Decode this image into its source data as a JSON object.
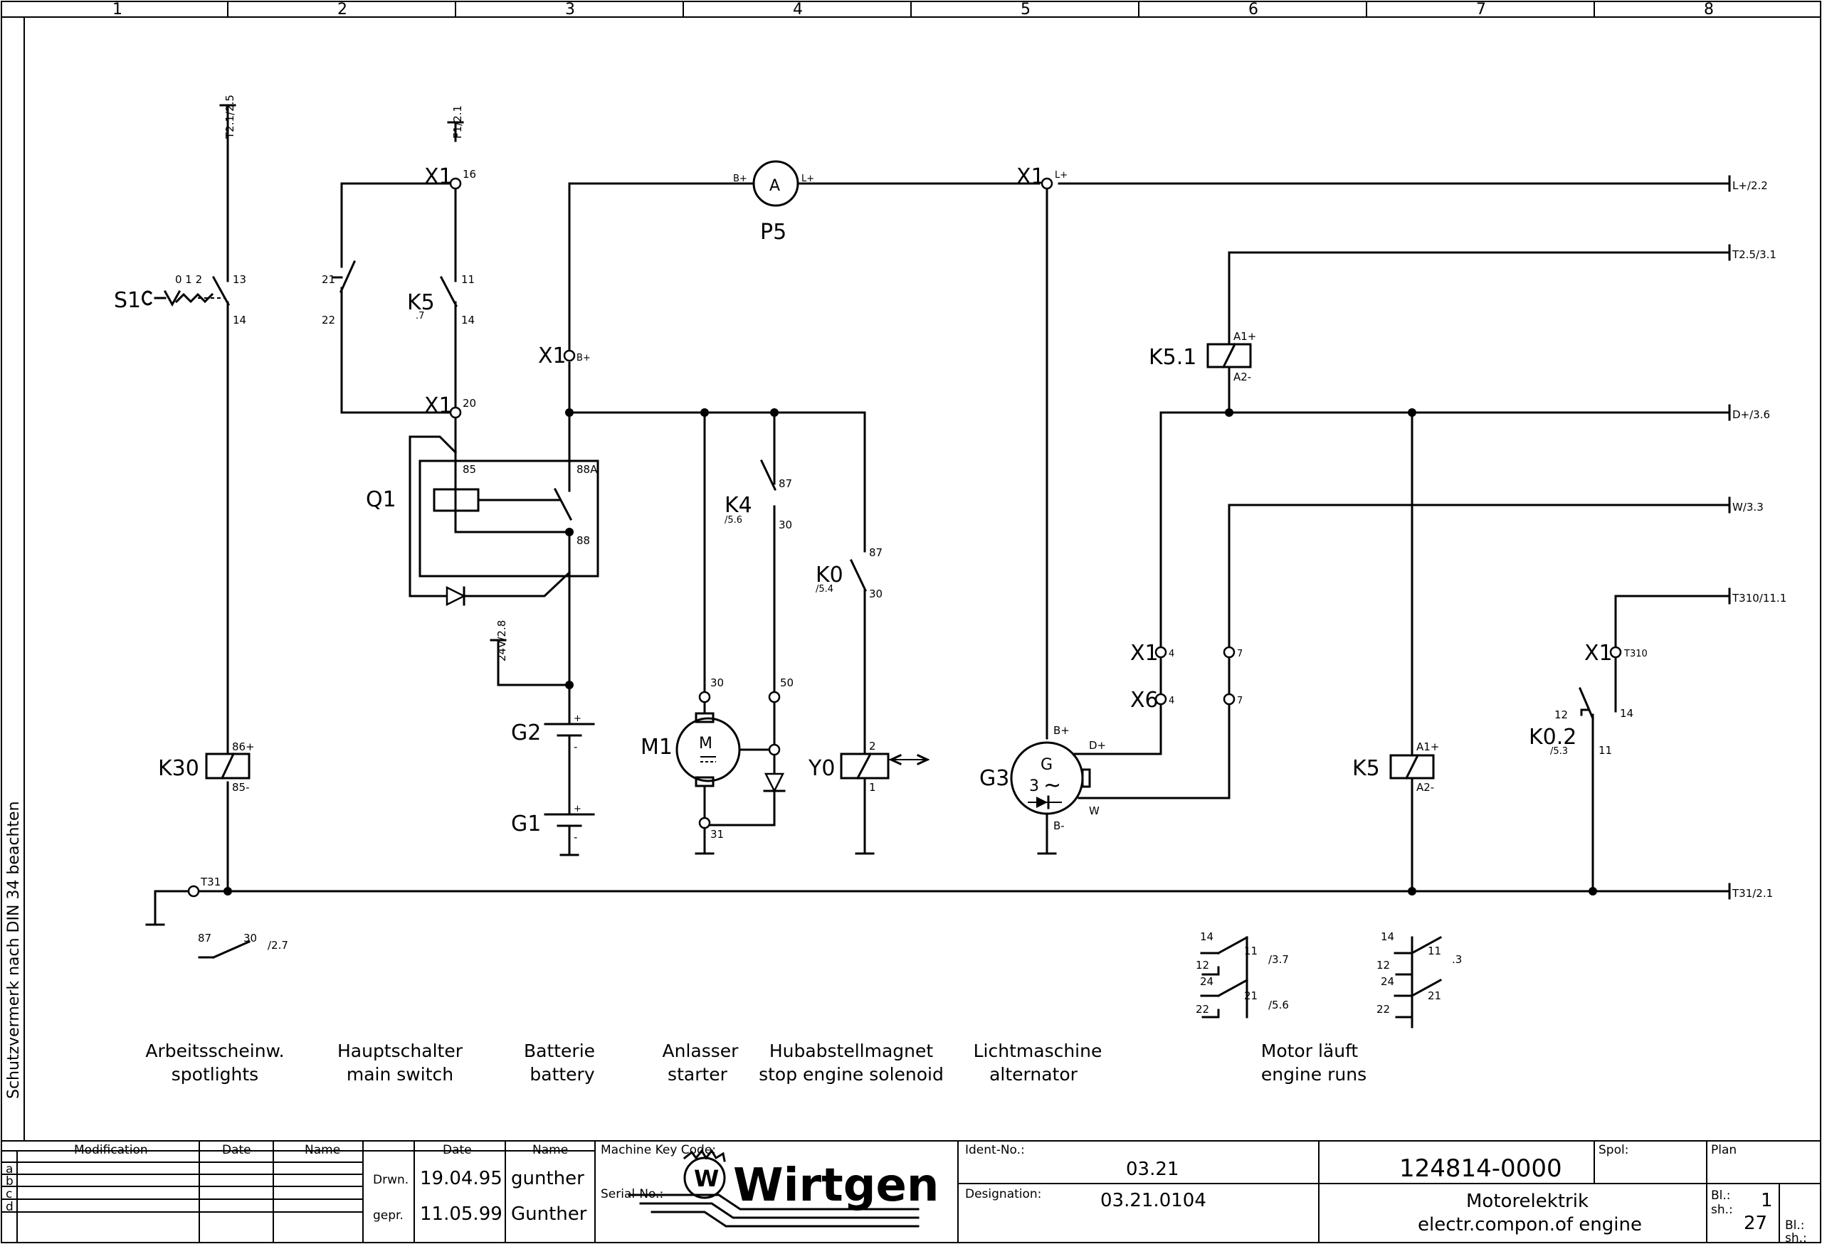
{
  "columns": [
    "1",
    "2",
    "3",
    "4",
    "5",
    "6",
    "7",
    "8"
  ],
  "rows": [
    "a",
    "b",
    "c",
    "d"
  ],
  "side_note": "Schutzvermerk nach DIN 34 beachten",
  "references": {
    "t21": "T2.1/2.5",
    "f1": "F1/2.1",
    "lplus": "L+/2.2",
    "t25": "T2.5/3.1",
    "dplus": "D+/3.6",
    "w": "W/3.3",
    "t310": "T310/11.1",
    "t31": "T31/2.1",
    "v24": "24V/2.8"
  },
  "components": {
    "S1": "S1",
    "S1_pos": "0 1 2",
    "S1_13": "13",
    "S1_14": "14",
    "main_21": "21",
    "main_22": "22",
    "X1": "X1",
    "X6": "X6",
    "X1_16": "16",
    "X1_20": "20",
    "X1_Bplus": "B+",
    "X1_Lplus": "L+",
    "X1_4": "4",
    "X1_7": "7",
    "X1_T310": "T310",
    "X6_4": "4",
    "X6_7": "7",
    "K5": "K5",
    "K5_ref": ".7",
    "K5_11": "11",
    "K5_14": "14",
    "Q1": "Q1",
    "Q1_85": "85",
    "Q1_88A": "88A",
    "Q1_88": "88",
    "P5": "P5",
    "P5_A": "A",
    "P5_Bplus": "B+",
    "P5_Lplus": "L+",
    "K4": "K4",
    "K4_ref": "/5.6",
    "K4_87": "87",
    "K4_30": "30",
    "K0": "K0",
    "K0_ref": "/5.4",
    "K0_87": "87",
    "K0_30": "30",
    "M1": "M1",
    "M1_M": "M",
    "M1_30": "30",
    "M1_50": "50",
    "M1_31": "31",
    "Y0": "Y0",
    "Y0_2": "2",
    "Y0_1": "1",
    "G2": "G2",
    "G1": "G1",
    "plus": "+",
    "minus": "-",
    "G3": "G3",
    "G3_G": "G",
    "G3_3": "3",
    "G3_tilde": "~",
    "G3_Bplus": "B+",
    "G3_Dplus": "D+",
    "G3_W": "W",
    "G3_Bminus": "B-",
    "K51": "K5.1",
    "K51_A1": "A1+",
    "K51_A2": "A2-",
    "K30": "K30",
    "K30_86": "86+",
    "K30_85": "85-",
    "K5coil": "K5",
    "K5coil_A1": "A1+",
    "K5coil_A2": "A2-",
    "K02": "K0.2",
    "K02_ref": "/5.3",
    "K02_12": "12",
    "K02_11": "11",
    "X1_14b": "14",
    "T31": "T31",
    "K30c_87": "87",
    "K30c_30": "30",
    "K30c_ref": "/2.7",
    "cr1_14": "14",
    "cr1_11": "11",
    "cr1_12": "12",
    "cr1_ref1": "/3.7",
    "cr1_24": "24",
    "cr1_21": "21",
    "cr1_22": "22",
    "cr1_ref2": "/5.6",
    "cr2_14": "14",
    "cr2_11": "11",
    "cr2_12": "12",
    "cr2_ref1": ".3",
    "cr2_24": "24",
    "cr2_21": "21",
    "cr2_22": "22"
  },
  "captions": [
    {
      "de": "Arbeitsscheinw.",
      "en": "spotlights"
    },
    {
      "de": "Hauptschalter",
      "en": "main switch"
    },
    {
      "de": "Batterie",
      "en": "battery"
    },
    {
      "de": "Anlasser",
      "en": "starter"
    },
    {
      "de": "Hubabstellmagnet",
      "en": "stop engine solenoid"
    },
    {
      "de": "Lichtmaschine",
      "en": "alternator"
    },
    {
      "de": "Motor läuft",
      "en": "engine runs"
    }
  ],
  "title_block": {
    "h_modification": "Modification",
    "h_date": "Date",
    "h_name": "Name",
    "h_date2": "Date",
    "h_name2": "Name",
    "drwn_label": "Drwn.",
    "drwn_date": "19.04.95",
    "drwn_name": "gunther",
    "gepr_label": "gepr.",
    "gepr_date": "11.05.99",
    "gepr_name": "Gunther",
    "logo_text": "Wirtgen",
    "logo_mark": "W",
    "machine_key_label": "Machine Key Code:",
    "machine_key": "03.21",
    "serial_label": "Serial-No.:",
    "serial": "03.21.0104",
    "ident_label": "Ident-No.:",
    "ident": "124814-0000",
    "spol_label": "Spol:",
    "designation_label": "Designation:",
    "designation_de": "Motorelektrik",
    "designation_en": "electr.compon.of engine",
    "plan_label": "Plan",
    "bl_label": "Bl.:",
    "sh_label": "sh.:",
    "bl": "1",
    "sh": "27",
    "bl2_label": "Bl.:",
    "sh2_label": "sh.:"
  }
}
